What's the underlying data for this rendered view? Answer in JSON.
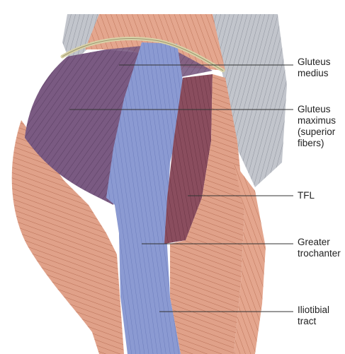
{
  "labels": {
    "gluteus_medius": "Gluteus\nmedius",
    "gluteus_maximus": "Gluteus\nmaximus\n(superior\nfibers)",
    "tfl": "TFL",
    "greater_trochanter": "Greater\ntrochanter",
    "iliotibial_tract": "Iliotibial\ntract"
  },
  "colors": {
    "background": "#ffffff",
    "muscle_red": "#e0a189",
    "muscle_red_dark": "#c97d62",
    "gluteus_purple": "#7a5a82",
    "gluteus_purple_dark": "#5b3f63",
    "it_band_blue": "#8b9ad2",
    "it_band_blue_dark": "#6f7fc0",
    "tfl_maroon": "#8a4d5e",
    "lateral_gray": "#b9bcc4",
    "iliac_crest": "#d8d2a8",
    "leader_line": "#333333"
  }
}
